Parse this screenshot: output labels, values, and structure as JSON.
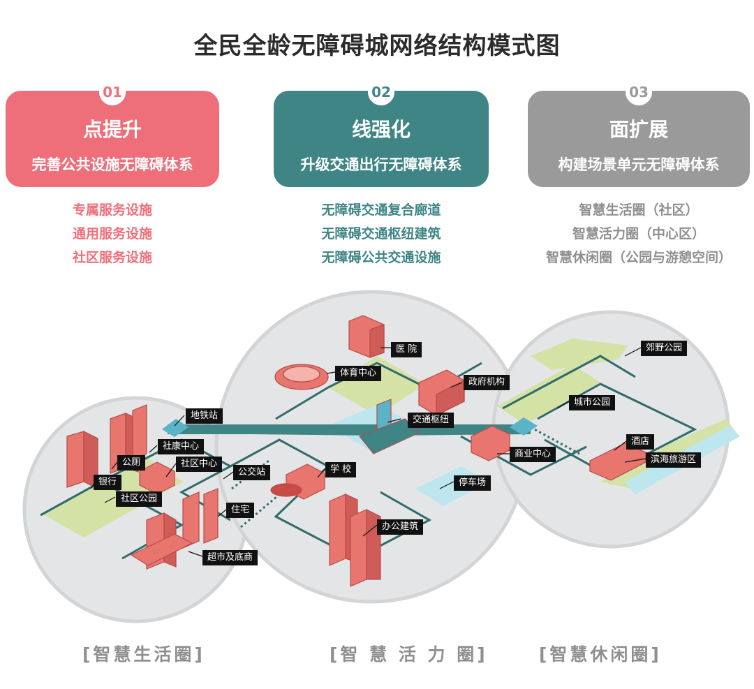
{
  "title": "全民全龄无障碍城网络结构模式图",
  "panels": [
    {
      "num": "01",
      "heading": "点提升",
      "sub": "完善公共设施无障碍体系",
      "color": "#ee6f7a",
      "items": [
        "专属服务设施",
        "通用服务设施",
        "社区服务设施"
      ]
    },
    {
      "num": "02",
      "heading": "线强化",
      "sub": "升级交通出行无障碍体系",
      "color": "#3f8585",
      "items": [
        "无障碍交通复合廊道",
        "无障碍交通枢纽建筑",
        "无障碍公共交通设施"
      ]
    },
    {
      "num": "03",
      "heading": "面扩展",
      "sub": "构建场景单元无障碍体系",
      "color": "#9a9a9a",
      "items": [
        "智慧生活圈（社区）",
        "智慧活力圈（中心区）",
        "智慧休闲圈（公园与游憩空间）"
      ]
    }
  ],
  "map_labels": {
    "hospital": "医 院",
    "sports_center": "体育中心",
    "government": "政府机构",
    "transit_hub": "交通枢纽",
    "metro_station": "地铁站",
    "health_center": "社康中心",
    "toilet": "公厕",
    "community_center": "社区中心",
    "bank": "银行",
    "community_park": "社区公园",
    "bus_station": "公交站",
    "school": "学 校",
    "residence": "住宅",
    "supermarket": "超市及底商",
    "office": "办公建筑",
    "parking": "停车场",
    "commercial_center": "商业中心",
    "suburban_park": "郊野公园",
    "city_park": "城市公园",
    "hotel": "酒店",
    "coastal_area": "滨海旅游区"
  },
  "zones": [
    "[智慧生活圈]",
    "[智 慧 活 力 圈]",
    "[智慧休闲圈]"
  ],
  "colors": {
    "pink": "#ee6f7a",
    "teal": "#3f8585",
    "gray": "#9a9a9a",
    "building": "#e8756e",
    "green": "#d4e2a6",
    "water": "#bde6ef"
  }
}
